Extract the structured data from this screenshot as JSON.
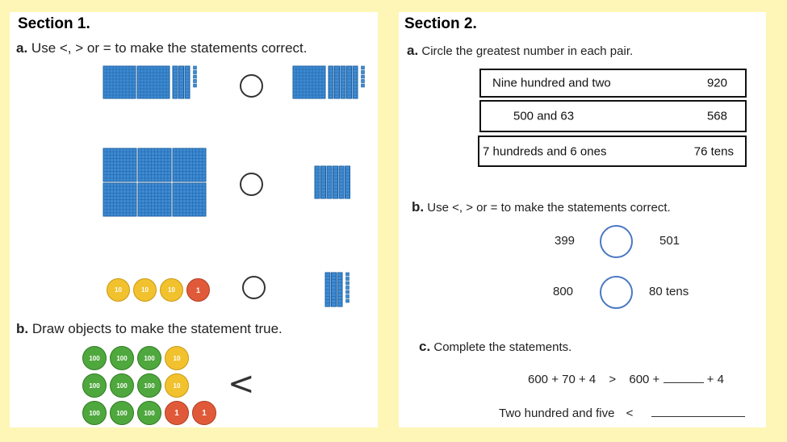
{
  "section1": {
    "title": "Section 1.",
    "a_letter": "a.",
    "a_text": "Use <, > or = to make the statements correct.",
    "b_letter": "b.",
    "b_text": "Draw objects to make the statement true.",
    "row3_coins": [
      "10",
      "10",
      "10",
      "1"
    ],
    "b_coins": [
      [
        "100",
        "100",
        "100",
        "10"
      ],
      [
        "100",
        "100",
        "100",
        "10"
      ],
      [
        "100",
        "100",
        "100",
        "1",
        "1"
      ]
    ],
    "b_symbol": "<"
  },
  "section2": {
    "title": "Section 2.",
    "a_letter": "a.",
    "a_text": "Circle the greatest number in each pair.",
    "pairs": [
      {
        "left": "Nine hundred and two",
        "right": "920"
      },
      {
        "left": "500 and 63",
        "right": "568"
      },
      {
        "left": "7 hundreds and 6 ones",
        "right": "76 tens"
      }
    ],
    "b_letter": "b.",
    "b_text": "Use <, > or = to make the statements correct.",
    "compare": [
      {
        "left": "399",
        "right": "501"
      },
      {
        "left": "800",
        "right": "80 tens"
      }
    ],
    "c_letter": "c.",
    "c_text": "Complete the statements.",
    "stmt1_left": "600 + 70 + 4",
    "stmt1_op": ">",
    "stmt1_right_a": "600 +",
    "stmt1_right_b": "+ 4",
    "stmt2_left": "Two hundred and five",
    "stmt2_op": "<"
  },
  "colors": {
    "background": "#fdf6b6",
    "block_blue": "#3d8bd4",
    "coin_green": "#4fa83d",
    "coin_yellow": "#f2c12e",
    "coin_red": "#e05a3a",
    "circle_blue": "#4a78c2"
  }
}
